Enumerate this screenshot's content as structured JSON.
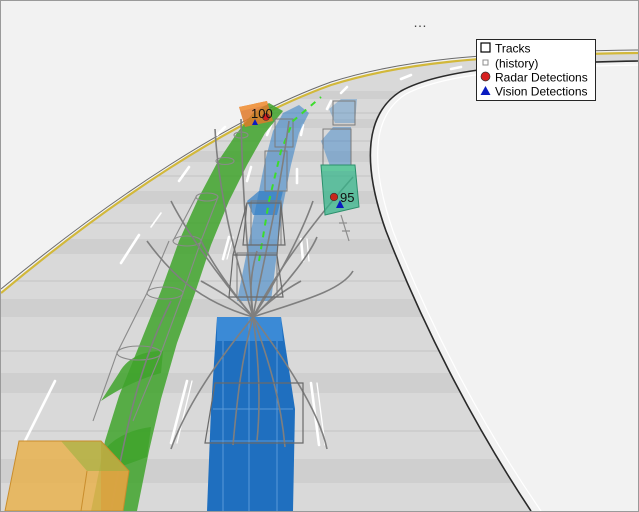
{
  "toolbar": {
    "more_label": "…"
  },
  "legend": {
    "items": [
      {
        "label": "Tracks",
        "symbol": "square-outline",
        "color": "#000000"
      },
      {
        "label": "(history)",
        "symbol": "small-square",
        "color": "#8c8c8c"
      },
      {
        "label": "Radar Detections",
        "symbol": "circle",
        "color": "#d62020"
      },
      {
        "label": "Vision Detections",
        "symbol": "triangle",
        "color": "#0a1cc0"
      }
    ]
  },
  "scene": {
    "track_labels": [
      {
        "id": "track-100",
        "text": "100"
      },
      {
        "id": "track-95",
        "text": "95"
      }
    ],
    "colors": {
      "road": "#d9d9d9",
      "road_edge_left": "#d9c23a",
      "ego": "#1f6fbf",
      "lane_vehicle": "#39a32a",
      "track_100_box": "#e07a2a",
      "track_95_box": "#36b48a",
      "near_box": "#e6b04a"
    }
  }
}
